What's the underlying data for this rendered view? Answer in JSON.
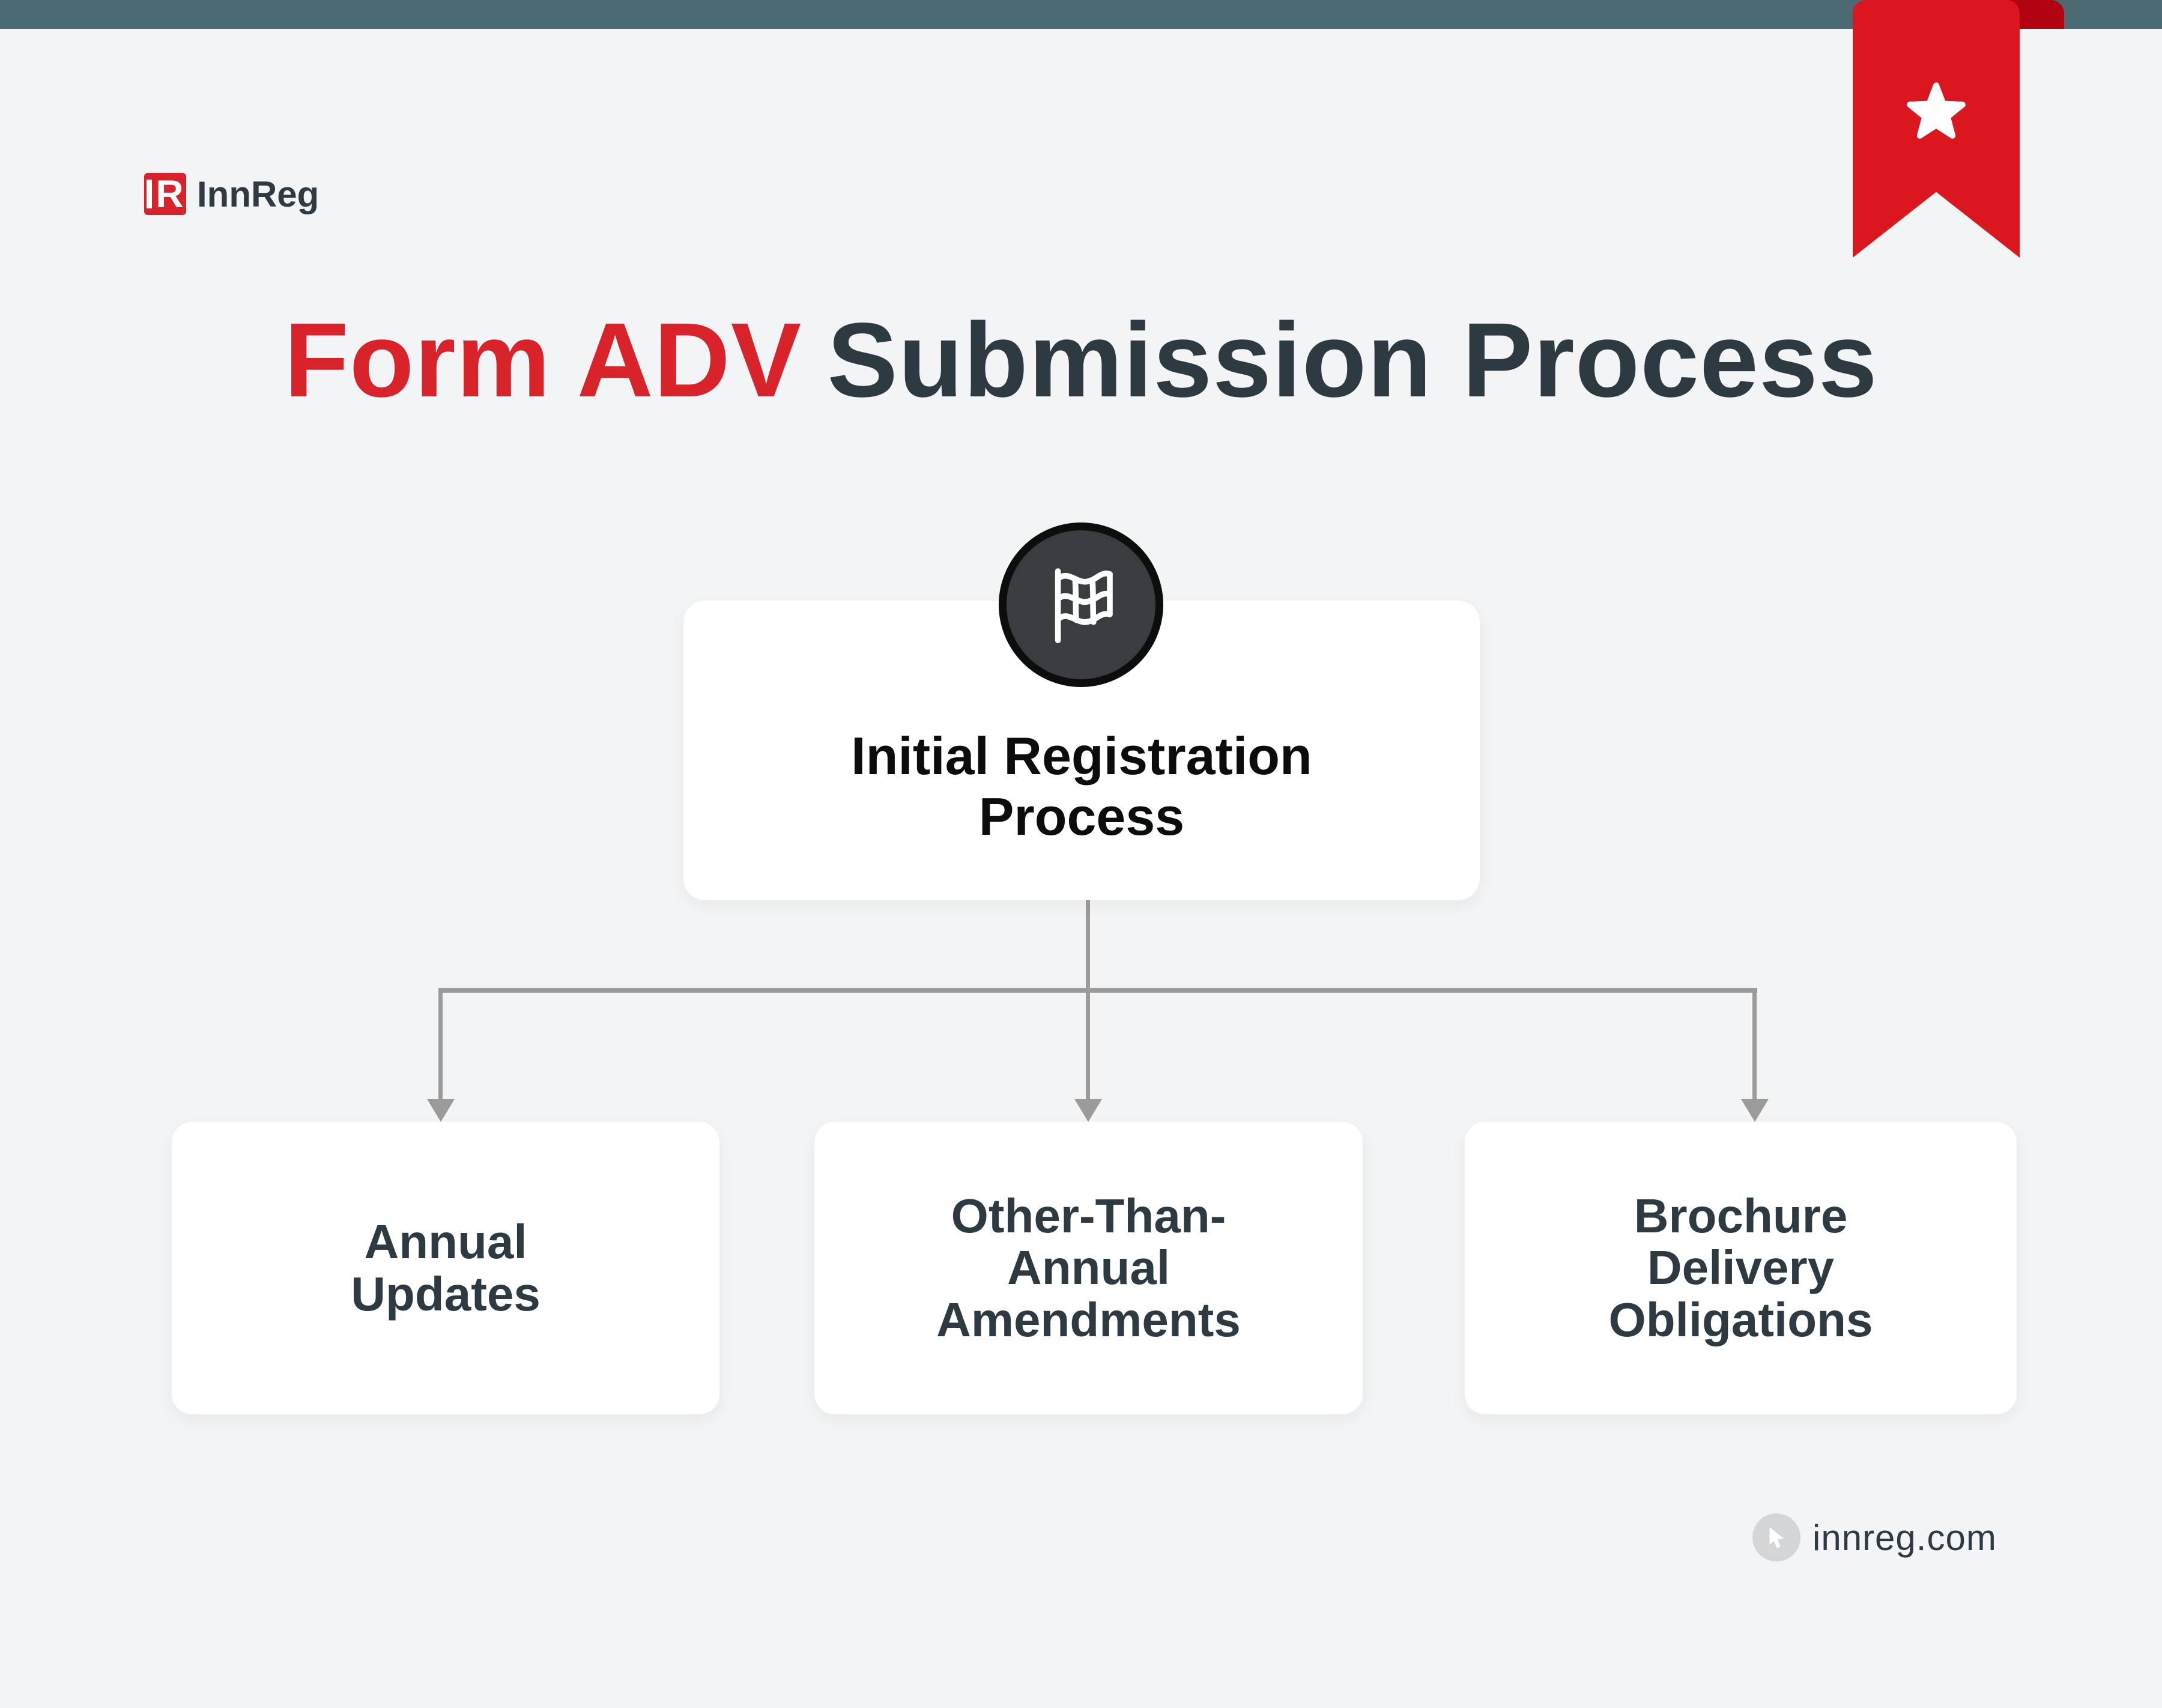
{
  "colors": {
    "background": "#f2f4f6",
    "top_bar": "#4c6a73",
    "accent_red": "#d9232b",
    "ribbon_red": "#da161f",
    "ribbon_fold_red": "#b20410",
    "dark_text": "#2e3a42",
    "near_black_text": "#0b0c0d",
    "connector_gray": "#9b9b9b",
    "card_white": "#ffffff",
    "badge_fill": "#3a3d40"
  },
  "header": {
    "logo": {
      "mark_letter": "R",
      "brand": "InnReg"
    },
    "bookmark": {
      "icon": "star-icon"
    }
  },
  "title": {
    "highlight": "Form ADV",
    "rest": "Submission Process"
  },
  "flow": {
    "root": {
      "label": "Initial Registration Process",
      "icon": "checkered-flag-icon"
    },
    "children": [
      {
        "label": "Annual Updates"
      },
      {
        "label": "Other-Than-Annual Amendments"
      },
      {
        "label": "Brochure Delivery Obligations"
      }
    ]
  },
  "footer": {
    "icon": "cursor-icon",
    "url": "innreg.com"
  }
}
